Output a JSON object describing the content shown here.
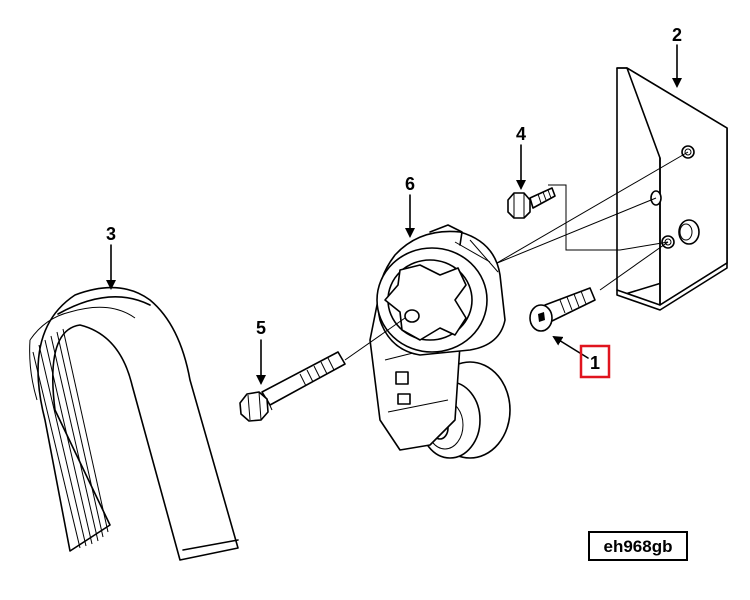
{
  "diagram": {
    "callouts": [
      {
        "id": "1",
        "label": "1",
        "highlighted": true
      },
      {
        "id": "2",
        "label": "2"
      },
      {
        "id": "3",
        "label": "3"
      },
      {
        "id": "4",
        "label": "4"
      },
      {
        "id": "5",
        "label": "5"
      },
      {
        "id": "6",
        "label": "6"
      }
    ],
    "reference_code": "eh968gb",
    "highlight_color": "#e0141e"
  }
}
